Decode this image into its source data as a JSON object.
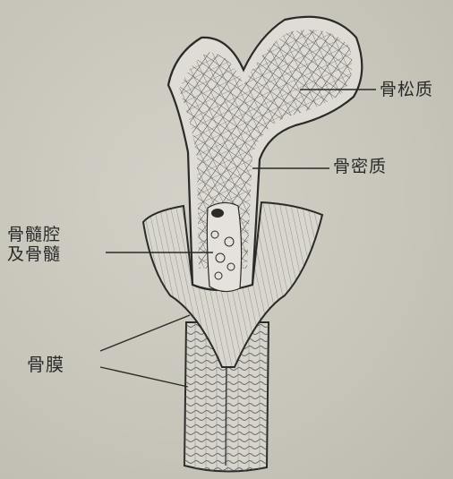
{
  "labels": {
    "cancellous_bone": "骨松质",
    "compact_bone": "骨密质",
    "marrow_cavity_line1": "骨髓腔",
    "marrow_cavity_line2": "及骨髓",
    "periosteum": "骨膜"
  },
  "colors": {
    "background": "#c9c7bd",
    "ink": "#2a2a28",
    "bone_fill": "#dcdad2"
  }
}
